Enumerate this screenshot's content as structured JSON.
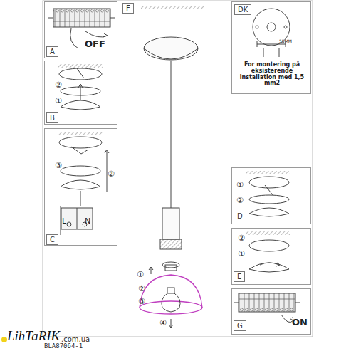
{
  "diagram": {
    "nodes": [
      {
        "text": [
          "A",
          "OFF"
        ]
      },
      {
        "text": [
          "B",
          "②",
          "①"
        ]
      },
      {
        "text": [
          "C",
          "③",
          "②",
          "L",
          "N"
        ]
      },
      {
        "text": [
          "F",
          "①",
          "②",
          "③",
          "④"
        ]
      },
      {
        "text": [
          "DK",
          "55MM",
          "For montering på eksisterende installation med 1,5 mm2"
        ]
      },
      {
        "text": [
          "D",
          "①",
          "②"
        ]
      },
      {
        "text": [
          "E",
          "②",
          "①"
        ]
      },
      {
        "text": [
          "G",
          "ON"
        ]
      }
    ],
    "edges": [],
    "labels": [
      "LihTaRIK",
      ".com.ua",
      "BLA87064-1"
    ]
  }
}
